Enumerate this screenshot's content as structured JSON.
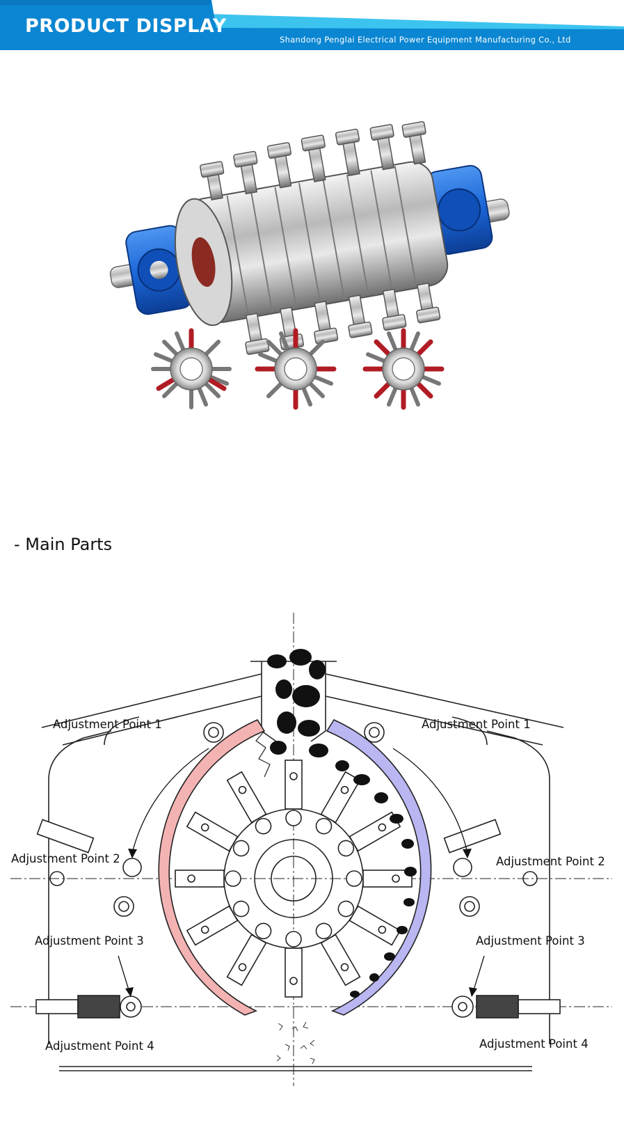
{
  "header": {
    "title": "PRODUCT DISPLAY",
    "company": "Shandong Penglai Electrical Power Equipment Manufacturing Co., Ltd",
    "colors": {
      "primary": "#0b86d2",
      "accent": "#3cc4ef"
    }
  },
  "section": {
    "heading": "- Main Parts"
  },
  "diagram": {
    "labels": {
      "left_1": "Adjustment Point 1",
      "right_1": "Adjustment Point 1",
      "left_2": "Adjustment Point 2",
      "right_2": "Adjustment Point 2",
      "left_3": "Adjustment Point 3",
      "right_3": "Adjustment Point 3",
      "left_4": "Adjustment Point 4",
      "right_4": "Adjustment Point 4"
    },
    "colors": {
      "left_liner": "#f4b3b3",
      "right_liner": "#b9b6f2",
      "hammer_red": "#b11c24",
      "housing_blue": "#1b66d8"
    }
  }
}
